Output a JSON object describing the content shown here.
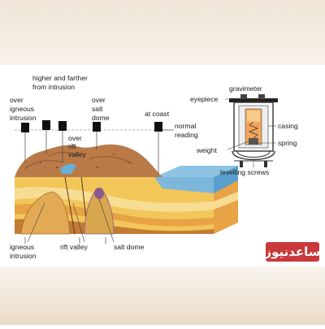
{
  "labels": {
    "higher_farther_1": "higher and farther",
    "higher_farther_2": "from intrusion",
    "over_igneous_1": "over",
    "over_igneous_2": "igneous",
    "over_igneous_3": "intrusion",
    "over_salt_1": "over",
    "over_salt_2": "salt",
    "over_salt_3": "dome",
    "over_rift_1": "over",
    "over_rift_2": "rift",
    "over_rift_3": "valley",
    "at_coast": "at coast",
    "normal_1": "normal",
    "normal_2": "reading",
    "igneous_bottom_1": "igneous",
    "igneous_bottom_2": "intrusion",
    "rift_valley_bottom": "rift valley",
    "salt_dome_bottom": "salt dome"
  },
  "gravimeter": {
    "title": "gravimeter",
    "eyepiece": "eyepiece",
    "casing": "casing",
    "spring": "spring",
    "weight": "weight",
    "levelling_screws": "levelling screws"
  },
  "watermark": {
    "text": "ساعدنیوز"
  },
  "colors": {
    "frame_bg": "#f6f0e8",
    "diagram_bg": "#ffffff",
    "mountain": "#b97a48",
    "mountain_dark": "#8c5a33",
    "layer_yellow": "#f3c65a",
    "layer_light": "#f6dd93",
    "layer_orange": "#e8a346",
    "layer_dark": "#c27b35",
    "water_top": "#8fc3e3",
    "water_side": "#5aa0cf",
    "salt_dome": "#8a5a8a",
    "watermark_bg": "#c9393b"
  }
}
